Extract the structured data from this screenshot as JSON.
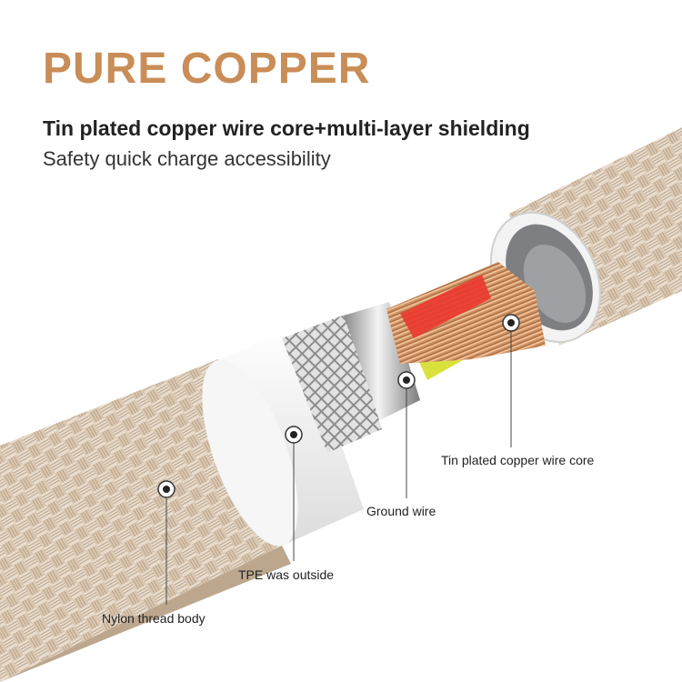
{
  "header": {
    "title": "PURE COPPER",
    "line1": "Tin plated copper wire core+multi-layer shielding",
    "line2": "Safety quick charge accessibility"
  },
  "callouts": {
    "core": "Tin plated copper wire core",
    "ground": "Ground wire",
    "tpe": "TPE was outside",
    "nylon": "Nylon thread body"
  },
  "colors": {
    "title": "#c98d57",
    "braid": "#d9c8b3",
    "copper": "#d59a6a"
  }
}
